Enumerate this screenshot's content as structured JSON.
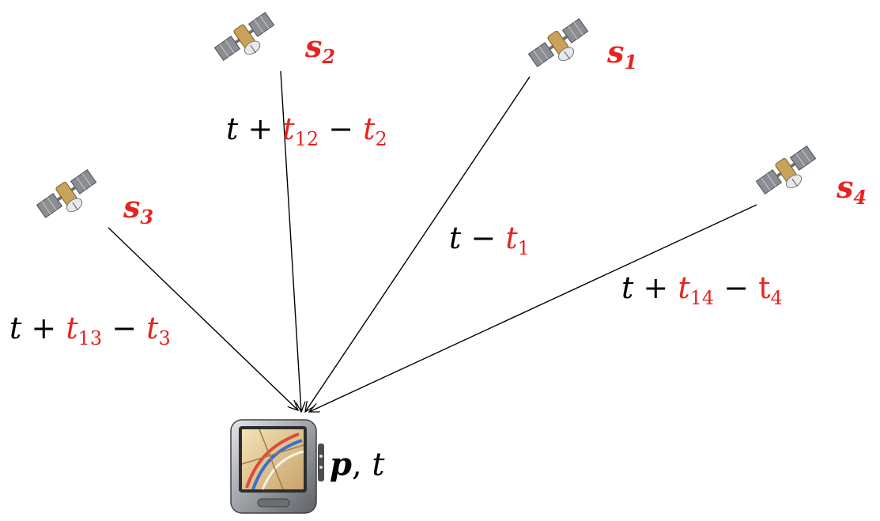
{
  "colors": {
    "accent": "#e8231f",
    "line": "#000000",
    "text": "#000000"
  },
  "satellites": [
    {
      "id": "s2",
      "letter": "s",
      "sub": "2",
      "icon": "satellite-icon"
    },
    {
      "id": "s1",
      "letter": "s",
      "sub": "1",
      "icon": "satellite-icon"
    },
    {
      "id": "s3",
      "letter": "s",
      "sub": "3",
      "icon": "satellite-icon"
    },
    {
      "id": "s4",
      "letter": "s",
      "sub": "4",
      "icon": "satellite-icon"
    }
  ],
  "links": {
    "s2": {
      "t": "t",
      "plus": "+",
      "a": "t",
      "a_sub": "12",
      "minus": "−",
      "b": "t",
      "b_sub": "2"
    },
    "s1": {
      "t": "t",
      "minus": "−",
      "a": "t",
      "a_sub": "1"
    },
    "s3": {
      "t": "t",
      "plus": "+",
      "a": "t",
      "a_sub": "13",
      "minus": "−",
      "b": "t",
      "b_sub": "3"
    },
    "s4": {
      "t": "t",
      "plus": "+",
      "a": "t",
      "a_sub": "14",
      "minus": "−",
      "b": "t",
      "b_sub": "4"
    }
  },
  "receiver": {
    "icon": "gps-receiver-icon",
    "position": "p",
    "sep": ",",
    "time": "t"
  }
}
